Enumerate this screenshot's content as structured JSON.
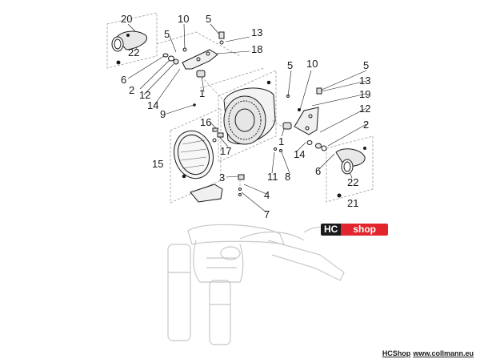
{
  "diagram": {
    "callouts": [
      "20",
      "10",
      "5",
      "13",
      "5",
      "18",
      "22",
      "6",
      "2",
      "12",
      "14",
      "1",
      "9",
      "5",
      "10",
      "5",
      "13",
      "19",
      "16",
      "12",
      "1",
      "2",
      "17",
      "14",
      "15",
      "6",
      "11",
      "8",
      "22",
      "21",
      "3",
      "4",
      "7"
    ]
  },
  "logo": {
    "part1": "HC",
    "part2": "shop"
  },
  "footer": {
    "brand": "HCShop",
    "url": "www.collmann.eu"
  },
  "colors": {
    "line": "#1a1a1a",
    "dashed": "#999999",
    "ghost": "#c8c8c8",
    "logo_dark": "#1a1a1a",
    "logo_red": "#e2252c"
  }
}
